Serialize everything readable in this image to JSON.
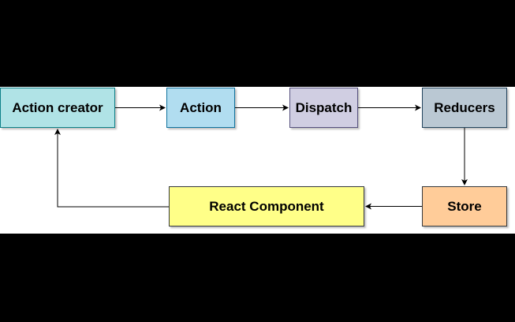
{
  "nodes": {
    "action_creator": {
      "label": "Action creator",
      "color": "#b0e3e6",
      "border": "#0e8088"
    },
    "action": {
      "label": "Action",
      "color": "#b1ddf0",
      "border": "#10739e"
    },
    "dispatch": {
      "label": "Dispatch",
      "color": "#d0cee2",
      "border": "#56517e"
    },
    "reducers": {
      "label": "Reducers",
      "color": "#bac8d3",
      "border": "#23445d"
    },
    "store": {
      "label": "Store",
      "color": "#ffcc99",
      "border": "#36393d"
    },
    "react_component": {
      "label": "React Component",
      "color": "#ffff88",
      "border": "#36393d"
    }
  },
  "edges": [
    {
      "from": "Action creator",
      "to": "Action"
    },
    {
      "from": "Action",
      "to": "Dispatch"
    },
    {
      "from": "Dispatch",
      "to": "Reducers"
    },
    {
      "from": "Reducers",
      "to": "Store"
    },
    {
      "from": "Store",
      "to": "React Component"
    },
    {
      "from": "React Component",
      "to": "Action creator"
    }
  ],
  "colors": {
    "background": "#000000",
    "panel": "#ffffff",
    "edge": "#000000"
  }
}
